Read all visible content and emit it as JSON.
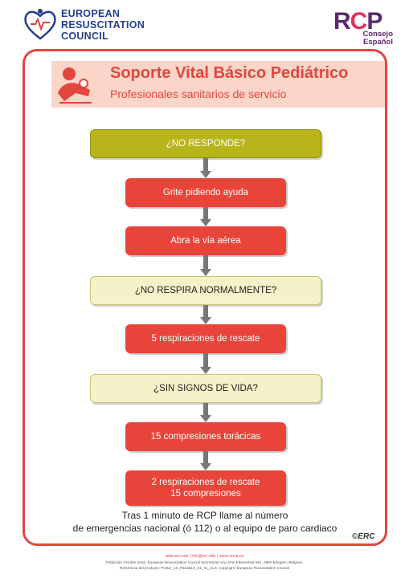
{
  "header": {
    "erc_lines": [
      "EUROPEAN",
      "RESUSCITATION",
      "COUNCIL"
    ],
    "rcp_mark": "RCP",
    "rcp_sub_lines": [
      "Consejo",
      "Español"
    ]
  },
  "title": {
    "main": "Soporte Vital Básico Pediátrico",
    "sub": "Profesionales sanitarios de servicio"
  },
  "flow": {
    "no_responde": "¿NO RESPONDE?",
    "grite": "Grite pidiendo ayuda",
    "abra": "Abra la vía aérea",
    "no_respira": "¿NO RESPIRA NORMALMENTE?",
    "respiraciones5": "5 respiraciones de rescate",
    "sin_signos": "¿SIN SIGNOS DE VIDA?",
    "compresiones15": "15 compresiones torácicas",
    "final_line1": "2 respiraciones de rescate",
    "final_line2": "15 compresiones"
  },
  "footer": {
    "line1": "Tras 1 minuto de RCP llame al número",
    "line2": "de emergencias nacional (ó 112) o al equipo de paro cardiaco",
    "erc_small": "©ERC",
    "web": "www.erc.edu | info@erc.edu | www.cercp.es",
    "fine1": "Publicado Octubre 2010. European Resuscitation Council Secretariat vzw, Drie Eikenstraat 661, 2650 Edegem, Belgium.",
    "fine2": "Referencia del producto: Poster_10_PaedBLS_01_01_ALS. Copyright: European Resuscitation Council"
  },
  "colors": {
    "accent_red": "#e2463d",
    "title_band": "#fbd5c8",
    "question_box": "#f6f1c8",
    "first_question": "#b8b51a",
    "erc_blue": "#243e8c",
    "rcp_purple": "#5a2a6e"
  }
}
